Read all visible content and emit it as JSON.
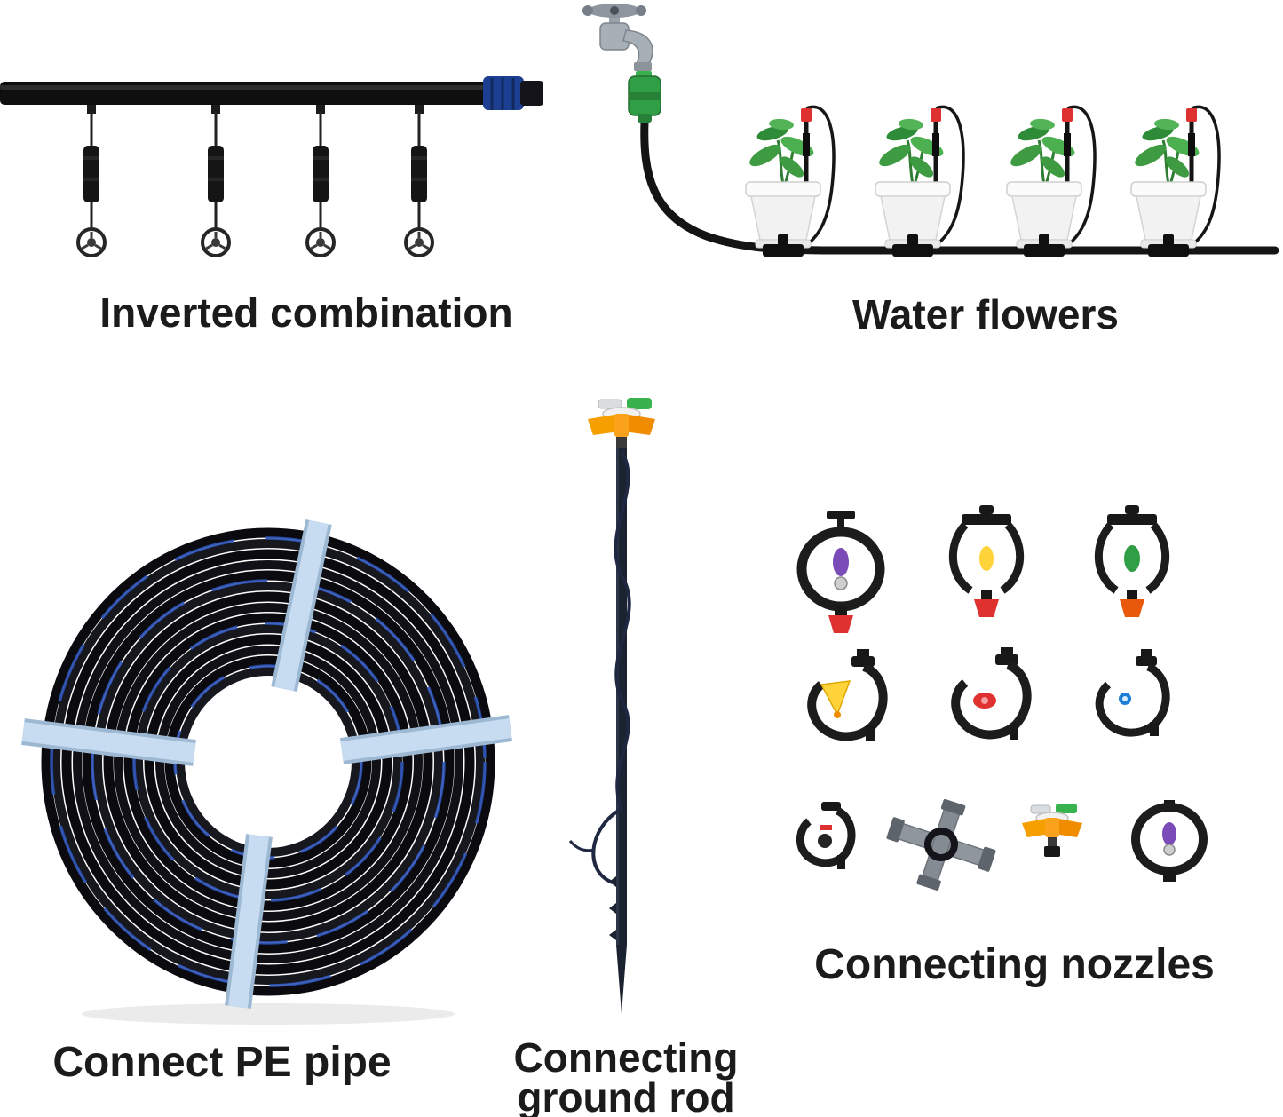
{
  "page": {
    "background": "#ffffff",
    "description_visible": false
  },
  "sections": {
    "inverted_combination": {
      "label": "Inverted combination",
      "hanging_mister_count": 4
    },
    "water_flowers": {
      "label": "Water flowers",
      "pot_count": 4
    },
    "connect_pe_pipe": {
      "label": "Connect PE pipe",
      "strap_count": 4
    },
    "connecting_ground_rod": {
      "label_line1": "Connecting",
      "label_line2": "ground rod"
    },
    "connecting_nozzles": {
      "label": "Connecting nozzles",
      "items": [
        "ring-rotator-purple",
        "frame-sprinkler-yellow",
        "frame-sprinkler-green",
        "g-nozzle-yellow-cone",
        "g-nozzle-red",
        "g-nozzle-blue",
        "g-mister-black",
        "cross-tee-gray",
        "butterfly-sprinkler-orange",
        "ring-rotator-purple-2"
      ]
    }
  },
  "colors": {
    "label_text": "#1b1b1b",
    "pipe_black": "#0f0f0f",
    "fitting_blue": "#1d3f92",
    "connector_green": "#2f9e44",
    "leaf_green": "#3f9b42",
    "dripper_red": "#e03131",
    "pot_white": "#f2f2f2",
    "coil_black": "#0b0b0f",
    "coil_blue_stripe": "#2e54b8",
    "strap_blue": "#c7dcf0",
    "nozzle_orange": "#f59f00",
    "nozzle_yellow": "#ffd43b",
    "nozzle_purple": "#7b4bb7",
    "nozzle_blue": "#1c7ed6",
    "tee_gray": "#8f969d"
  }
}
